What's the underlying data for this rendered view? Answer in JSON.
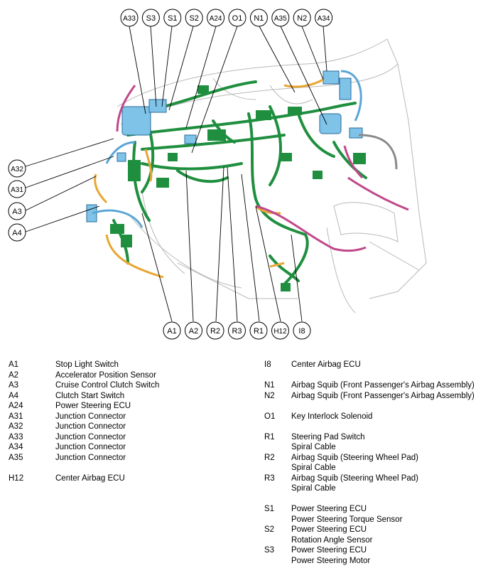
{
  "colors": {
    "harness_green": "#1f8f3f",
    "connector_blue": "#7fc3e8",
    "orange": "#e8a632",
    "magenta": "#c0488a",
    "outline_gray": "#b8b8b8",
    "callout": "#000000"
  },
  "callouts_top": [
    "A33",
    "S3",
    "S1",
    "S2",
    "A24",
    "O1",
    "N1",
    "A35",
    "N2",
    "A34"
  ],
  "callouts_left": [
    "A32",
    "A31",
    "A3",
    "A4"
  ],
  "callouts_bottom": [
    "A1",
    "A2",
    "R2",
    "R3",
    "R1",
    "H12",
    "I8"
  ],
  "legend_left": [
    {
      "code": "A1",
      "desc": "Stop Light Switch"
    },
    {
      "code": "A2",
      "desc": "Accelerator Position Sensor"
    },
    {
      "code": "A3",
      "desc": "Cruise Control Clutch Switch"
    },
    {
      "code": "A4",
      "desc": "Clutch Start Switch"
    },
    {
      "code": "A24",
      "desc": "Power Steering ECU"
    },
    {
      "code": "A31",
      "desc": "Junction Connector"
    },
    {
      "code": "A32",
      "desc": "Junction Connector"
    },
    {
      "code": "A33",
      "desc": "Junction Connector"
    },
    {
      "code": "A34",
      "desc": "Junction Connector"
    },
    {
      "code": "A35",
      "desc": "Junction Connector"
    },
    {
      "code": "H12",
      "desc": "Center Airbag ECU"
    }
  ],
  "legend_right": [
    {
      "code": "I8",
      "desc": "Center Airbag ECU"
    },
    {
      "code": "N1",
      "desc": "Airbag Squib (Front Passenger's Airbag Assembly)"
    },
    {
      "code": "N2",
      "desc": "Airbag Squib (Front Passenger's Airbag Assembly)"
    },
    {
      "code": "O1",
      "desc": "Key Interlock Solenoid"
    },
    {
      "code": "R1",
      "desc": "Steering Pad Switch",
      "desc2": "Spiral Cable"
    },
    {
      "code": "R2",
      "desc": "Airbag Squib (Steering Wheel Pad)",
      "desc2": "Spiral Cable"
    },
    {
      "code": "R3",
      "desc": "Airbag Squib (Steering Wheel Pad)",
      "desc2": "Spiral Cable"
    },
    {
      "code": "S1",
      "desc": "Power Steering ECU",
      "desc2": "Power Steering Torque Sensor"
    },
    {
      "code": "S2",
      "desc": "Power Steering ECU",
      "desc2": "Rotation Angle Sensor"
    },
    {
      "code": "S3",
      "desc": "Power Steering ECU",
      "desc2": "Power Steering Motor"
    }
  ]
}
